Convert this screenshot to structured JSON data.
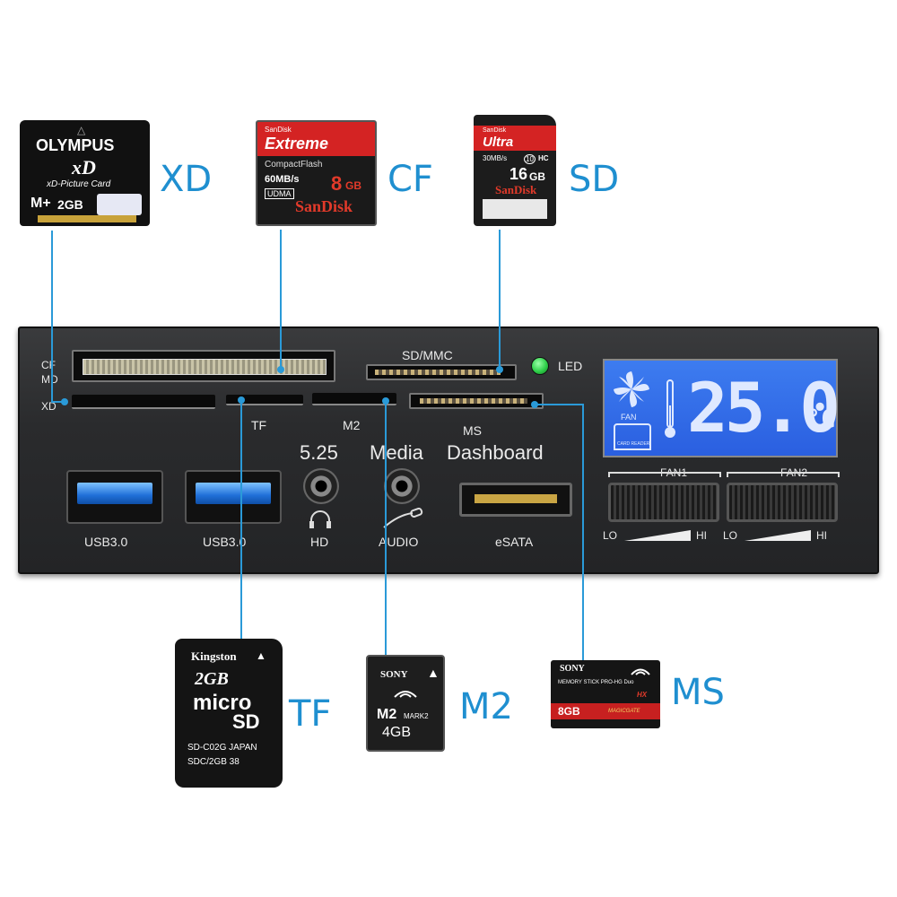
{
  "callouts": {
    "xd": "XD",
    "cf": "CF",
    "sd": "SD",
    "tf": "TF",
    "m2": "M2",
    "ms": "MS"
  },
  "cards": {
    "xd": {
      "brand": "OLYMPUS",
      "logo": "xD",
      "sub": "xD-Picture Card",
      "type": "M+",
      "capacity": "2GB"
    },
    "cf": {
      "brand_small": "SanDisk",
      "title": "Extreme",
      "type": "CompactFlash",
      "speed": "60MB/s",
      "mode": "UDMA",
      "capacity_num": "8",
      "capacity_unit": "GB",
      "brand": "SanDisk"
    },
    "sd": {
      "brand_small": "SanDisk",
      "title": "Ultra",
      "speed": "30MB/s",
      "class": "10",
      "hc": "HC",
      "capacity_num": "16",
      "capacity_unit": "GB",
      "brand": "SanDisk"
    },
    "tf": {
      "brand": "Kingston",
      "capacity": "2GB",
      "logo_top": "micro",
      "logo_bottom": "SD",
      "model": "SD-C02G JAPAN",
      "code": "SDC/2GB 38"
    },
    "m2": {
      "brand": "SONY",
      "type": "M2",
      "mark": "MARK2",
      "capacity": "4GB"
    },
    "ms": {
      "brand": "SONY",
      "type": "MEMORY STICK PRO-HG Duo",
      "hx": "HX",
      "capacity": "8GB",
      "magic": "MAGICGATE"
    }
  },
  "panel": {
    "cf_label": "CF",
    "md_label": "MD",
    "xd_label": "XD",
    "sdmmc_label": "SD/MMC",
    "led_label": "LED",
    "tf_label": "TF",
    "m2_label": "M2",
    "ms_label": "MS",
    "t525": "5.25",
    "media": "Media",
    "dashboard": "Dashboard",
    "usb1": "USB3.0",
    "usb2": "USB3.0",
    "hd": "HD",
    "audio": "AUDIO",
    "esata": "eSATA",
    "fan1": "FAN1",
    "fan2": "FAN2",
    "lo1": "LO",
    "hi1": "HI",
    "lo2": "LO",
    "hi2": "HI",
    "lcd_fan": "FAN",
    "lcd_reader": "CARD READER",
    "temp": "25.0",
    "temp_unit": "°C"
  },
  "colors": {
    "accent": "#1f8fd0",
    "led": "#2fd04a",
    "lcd": "#2f6ee8",
    "usb": "#1f6fd8"
  }
}
